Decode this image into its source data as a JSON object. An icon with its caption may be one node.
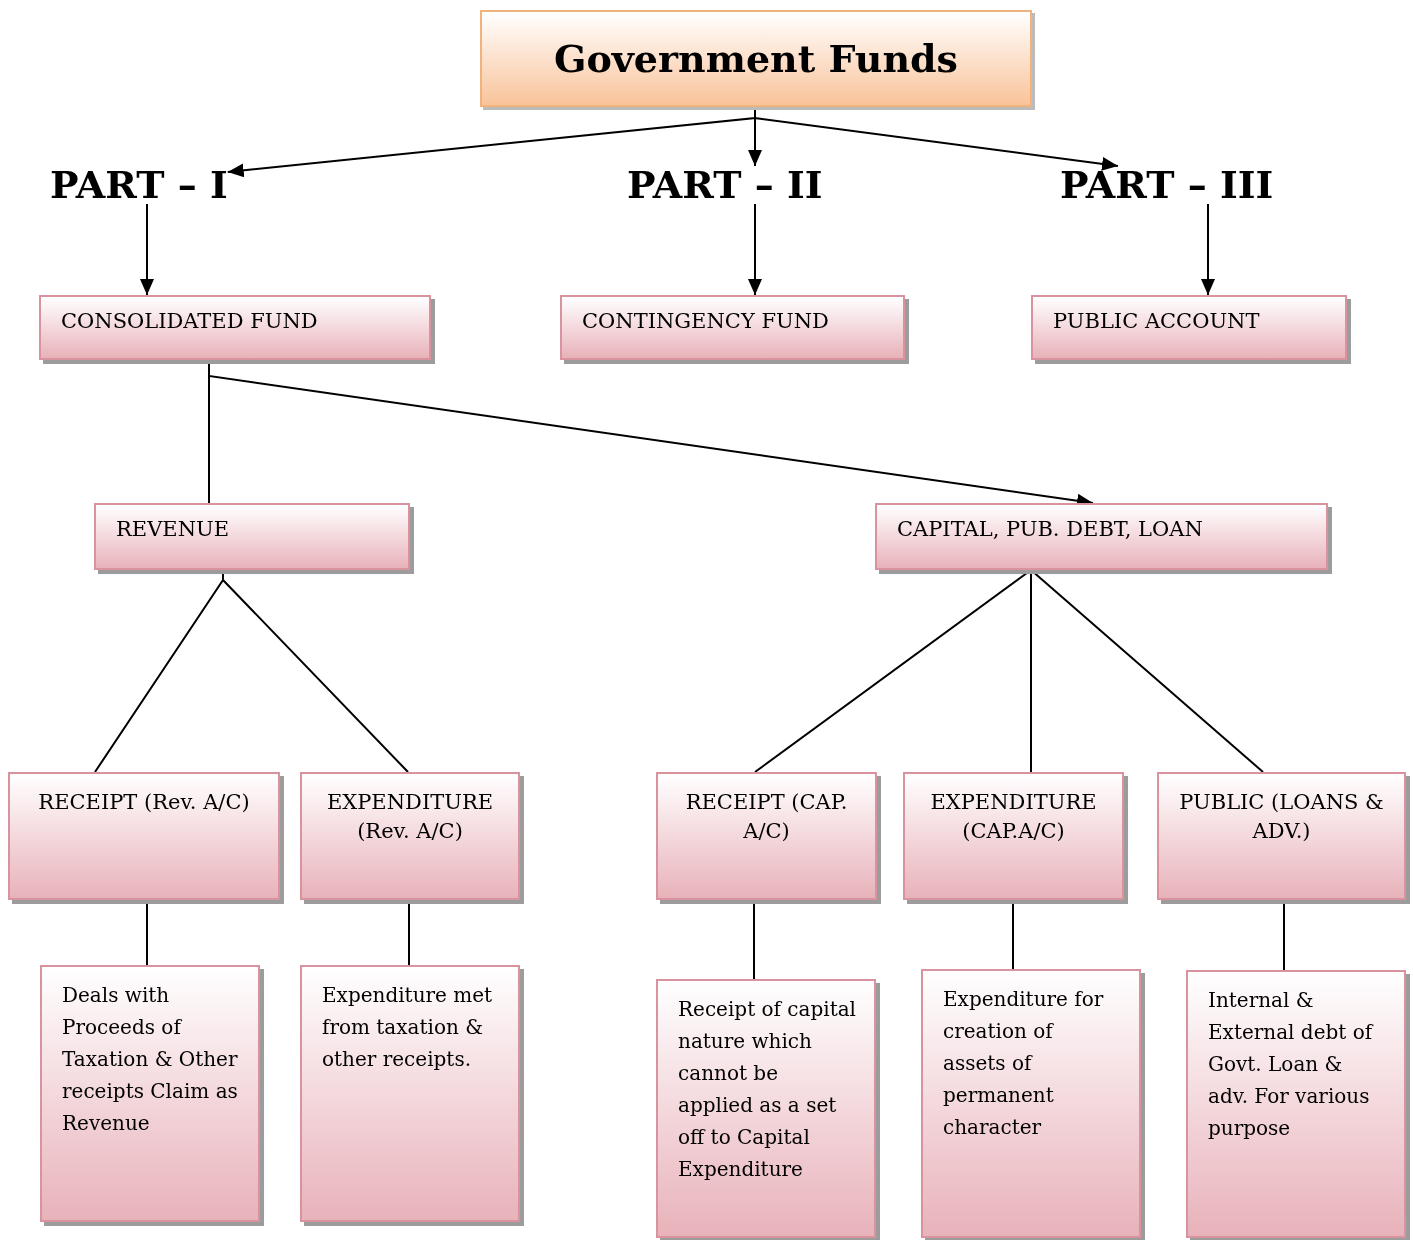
{
  "diagram": {
    "nodes": [
      {
        "text": [
          "Government Funds"
        ]
      },
      {
        "text": [
          "PART – I"
        ]
      },
      {
        "text": [
          "PART – II"
        ]
      },
      {
        "text": [
          "PART – III"
        ]
      },
      {
        "text": [
          "CONSOLIDATED FUND"
        ]
      },
      {
        "text": [
          "CONTINGENCY FUND"
        ]
      },
      {
        "text": [
          "PUBLIC ACCOUNT"
        ]
      },
      {
        "text": [
          "REVENUE"
        ]
      },
      {
        "text": [
          "CAPITAL, PUB. DEBT, LOAN"
        ]
      },
      {
        "text": [
          "RECEIPT (Rev. A/C)"
        ]
      },
      {
        "text": [
          "EXPENDITURE (Rev. A/C)"
        ]
      },
      {
        "text": [
          "RECEIPT (CAP. A/C)"
        ]
      },
      {
        "text": [
          "EXPENDITURE (CAP.A/C)"
        ]
      },
      {
        "text": [
          "PUBLIC (LOANS & ADV.)"
        ]
      },
      {
        "text": [
          "Deals with Proceeds of Taxation & Other receipts Claim as Revenue"
        ]
      },
      {
        "text": [
          "Expenditure met from taxation & other receipts."
        ]
      },
      {
        "text": [
          "Receipt of capital nature which cannot be applied as a set off to Capital Expenditure"
        ]
      },
      {
        "text": [
          "Expenditure for creation of assets of permanent character"
        ]
      },
      {
        "text": [
          "Internal & External debt of Govt. Loan & adv. For various purpose"
        ]
      }
    ],
    "edges": [
      {
        "from": 0,
        "to": 1,
        "arrow": "to"
      },
      {
        "from": 0,
        "to": 2,
        "arrow": "to"
      },
      {
        "from": 0,
        "to": 3,
        "arrow": "to"
      },
      {
        "from": 1,
        "to": 4,
        "arrow": "to"
      },
      {
        "from": 2,
        "to": 5,
        "arrow": "to"
      },
      {
        "from": 3,
        "to": 6,
        "arrow": "to"
      },
      {
        "from": 4,
        "to": 7,
        "arrow": "none"
      },
      {
        "from": 4,
        "to": 8,
        "arrow": "to"
      },
      {
        "from": 7,
        "to": 9,
        "arrow": "none"
      },
      {
        "from": 7,
        "to": 10,
        "arrow": "none"
      },
      {
        "from": 8,
        "to": 11,
        "arrow": "none"
      },
      {
        "from": 8,
        "to": 12,
        "arrow": "none"
      },
      {
        "from": 8,
        "to": 13,
        "arrow": "none"
      },
      {
        "from": 9,
        "to": 14,
        "arrow": "none"
      },
      {
        "from": 10,
        "to": 15,
        "arrow": "none"
      },
      {
        "from": 11,
        "to": 16,
        "arrow": "none"
      },
      {
        "from": 12,
        "to": 17,
        "arrow": "none"
      },
      {
        "from": 13,
        "to": 18,
        "arrow": "none"
      }
    ]
  }
}
